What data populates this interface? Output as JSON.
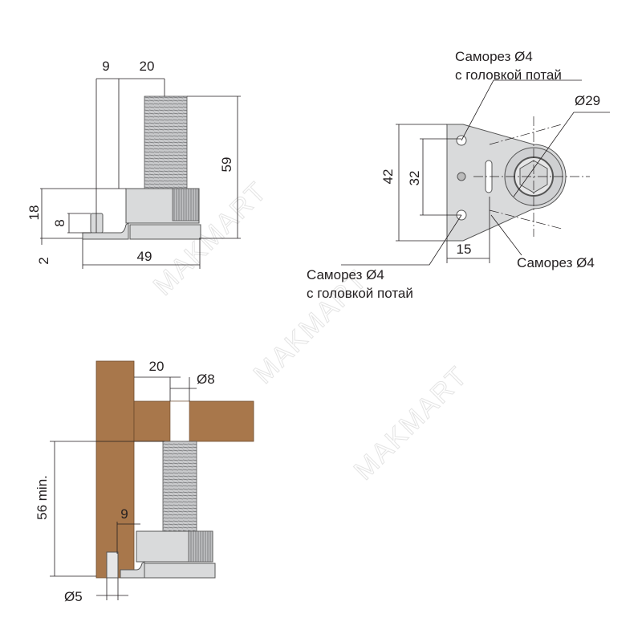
{
  "watermark": "MAKMART",
  "side_view": {
    "dim_9": "9",
    "dim_20": "20",
    "dim_59": "59",
    "dim_18": "18",
    "dim_8": "8",
    "dim_2": "2",
    "dim_49": "49"
  },
  "top_view": {
    "screw_top_line1": "Саморез Ø4",
    "screw_top_line2": "с головкой потай",
    "dim_d29": "Ø29",
    "dim_42": "42",
    "dim_32": "32",
    "dim_15": "15",
    "screw_bottom_line1": "Саморез Ø4",
    "screw_bottom_line2": "с головкой потай",
    "screw_right": "Саморез Ø4"
  },
  "install_view": {
    "dim_20": "20",
    "dim_d8": "Ø8",
    "dim_56": "56 min.",
    "dim_9": "9",
    "dim_d5": "Ø5"
  },
  "colors": {
    "wood": "#a8774b",
    "metal": "#d9dadb"
  }
}
